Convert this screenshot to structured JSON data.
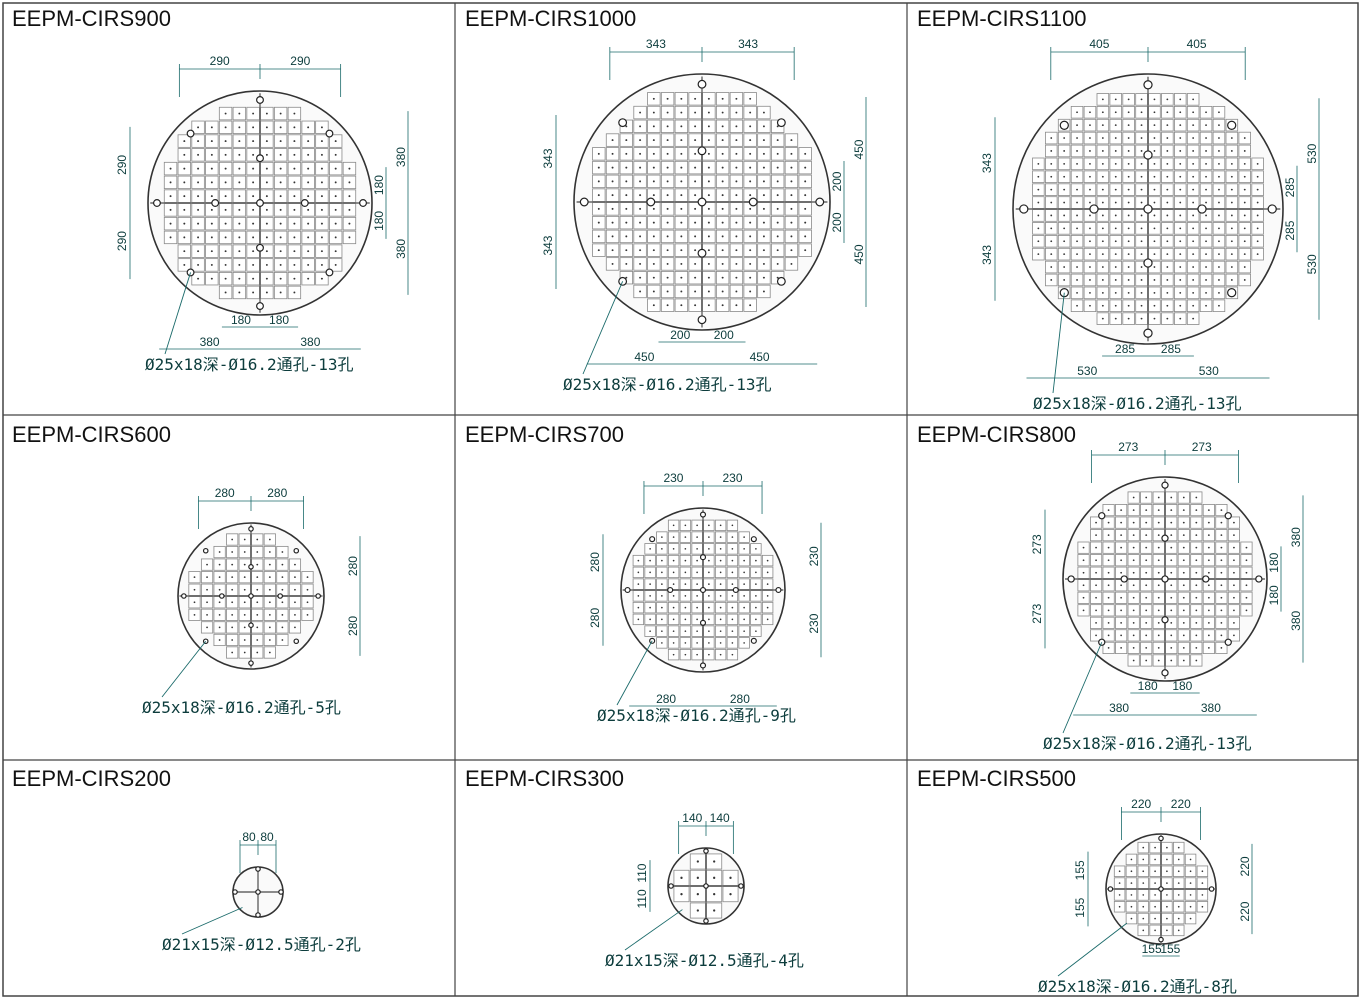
{
  "colors": {
    "grid": "#555555",
    "dim": "#1a6a6a",
    "text": "#0c3c3c",
    "plate": "#333333",
    "cell": "#8a8a8a"
  },
  "panels": [
    {
      "id": "cirs900",
      "title": "EEPM-CIRS900",
      "top_dims": [
        "290",
        "290"
      ],
      "left_dims": [
        "290",
        "290"
      ],
      "right_inner": [
        "180",
        "180"
      ],
      "right_outer": [
        "380",
        "380"
      ],
      "bottom_inner": [
        "180",
        "180"
      ],
      "bottom_outer": [
        "380",
        "380"
      ],
      "note": "Ø25x18深-Ø16.2通孔-13孔",
      "n": 14
    },
    {
      "id": "cirs1000",
      "title": "EEPM-CIRS1000",
      "top_dims": [
        "343",
        "343"
      ],
      "left_dims": [
        "343",
        "343"
      ],
      "right_inner": [
        "200",
        "200"
      ],
      "right_outer": [
        "450",
        "450"
      ],
      "bottom_inner": [
        "200",
        "200"
      ],
      "bottom_outer": [
        "450",
        "450"
      ],
      "note": "Ø25x18深-Ø16.2通孔-13孔",
      "n": 16
    },
    {
      "id": "cirs1100",
      "title": "EEPM-CIRS1100",
      "top_dims": [
        "405",
        "405"
      ],
      "left_dims": [
        "343",
        "343"
      ],
      "right_inner": [
        "285",
        "285"
      ],
      "right_outer": [
        "530",
        "530"
      ],
      "bottom_inner": [
        "285",
        "285"
      ],
      "bottom_outer": [
        "530",
        "530"
      ],
      "note": "Ø25x18深-Ø16.2通孔-13孔",
      "n": 18
    },
    {
      "id": "cirs600",
      "title": "EEPM-CIRS600",
      "top_dims": [
        "280",
        "280"
      ],
      "right_outer": [
        "280",
        "280"
      ],
      "note": "Ø25x18深-Ø16.2通孔-5孔",
      "n": 10
    },
    {
      "id": "cirs700",
      "title": "EEPM-CIRS700",
      "top_dims": [
        "230",
        "230"
      ],
      "left_dims": [
        "280",
        "280"
      ],
      "right_outer": [
        "230",
        "230"
      ],
      "bottom_outer": [
        "280",
        "280"
      ],
      "note": "Ø25x18深-Ø16.2通孔-9孔",
      "n": 12
    },
    {
      "id": "cirs800",
      "title": "EEPM-CIRS800",
      "top_dims": [
        "273",
        "273"
      ],
      "left_dims": [
        "273",
        "273"
      ],
      "right_inner": [
        "180",
        "180"
      ],
      "right_outer": [
        "380",
        "380"
      ],
      "bottom_inner": [
        "180",
        "180"
      ],
      "bottom_outer": [
        "380",
        "380"
      ],
      "note": "Ø25x18深-Ø16.2通孔-13孔",
      "n": 14
    },
    {
      "id": "cirs200",
      "title": "EEPM-CIRS200",
      "top_dims": [
        "80",
        "80"
      ],
      "note": "Ø21x15深-Ø12.5通孔-2孔",
      "n": 2
    },
    {
      "id": "cirs300",
      "title": "EEPM-CIRS300",
      "top_dims": [
        "140",
        "140"
      ],
      "left_dims": [
        "110",
        "110"
      ],
      "note": "Ø21x15深-Ø12.5通孔-4孔",
      "n": 4
    },
    {
      "id": "cirs500",
      "title": "EEPM-CIRS500",
      "top_dims": [
        "220",
        "220"
      ],
      "left_dims": [
        "155",
        "155"
      ],
      "right_outer": [
        "220",
        "220"
      ],
      "bottom_inner": [
        "155",
        "155"
      ],
      "note": "Ø25x18深-Ø16.2通孔-8孔",
      "n": 8
    }
  ]
}
